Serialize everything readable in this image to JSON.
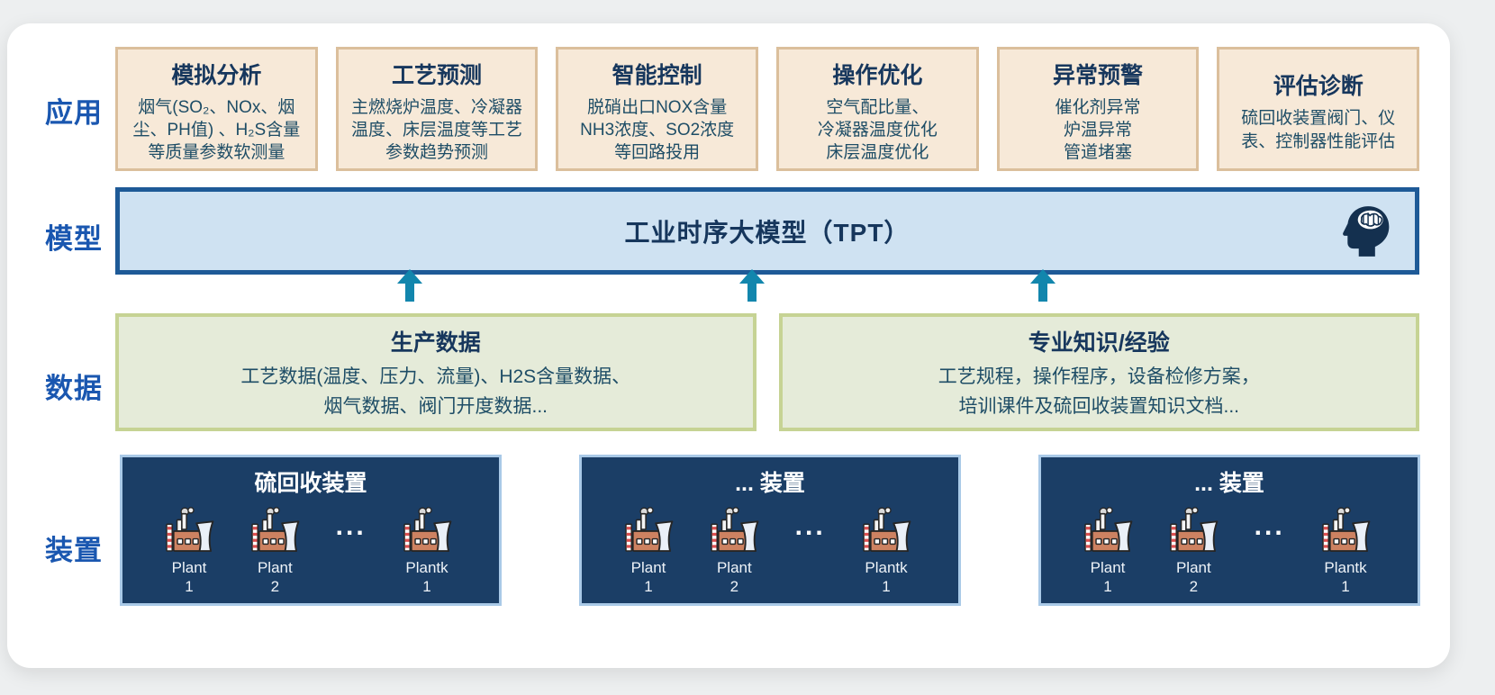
{
  "application": {
    "label": "应用",
    "boxes": [
      {
        "title": "模拟分析",
        "body": "烟气(SO₂、NOx、烟尘、PH值) 、H₂S含量等质量参数软测量"
      },
      {
        "title": "工艺预测",
        "body": "主燃烧炉温度、冷凝器温度、床层温度等工艺参数趋势预测"
      },
      {
        "title": "智能控制",
        "body": "脱硝出口NOX含量\nNH3浓度、SO2浓度\n等回路投用"
      },
      {
        "title": "操作优化",
        "body": "空气配比量、\n冷凝器温度优化\n床层温度优化"
      },
      {
        "title": "异常预警",
        "body": "催化剂异常\n炉温异常\n管道堵塞"
      },
      {
        "title": "评估诊断",
        "body": "硫回收装置阀门、仪表、控制器性能评估"
      }
    ]
  },
  "model": {
    "label": "模型",
    "title": "工业时序大模型（TPT）",
    "icon": "brain-head-icon"
  },
  "data": {
    "label": "数据",
    "boxes": [
      {
        "title": "生产数据",
        "body": "工艺数据(温度、压力、流量)、H2S含量数据、\n烟气数据、阀门开度数据..."
      },
      {
        "title": "专业知识/经验",
        "body": "工艺规程，操作程序，设备检修方案，\n培训课件及硫回收装置知识文档..."
      }
    ]
  },
  "plants": {
    "label": "装置",
    "boxes": [
      {
        "title": "硫回收装置",
        "p1": "Plant\n1",
        "p2": "Plant\n2",
        "dots": "...",
        "pk": "Plantk\n1"
      },
      {
        "title": "... 装置",
        "p1": "Plant\n1",
        "p2": "Plant\n2",
        "dots": "...",
        "pk": "Plantk\n1"
      },
      {
        "title": "... 装置",
        "p1": "Plant\n1",
        "p2": "Plant\n2",
        "dots": "...",
        "pk": "Plantk\n1"
      }
    ]
  },
  "colors": {
    "layer_label_blue": "#1a57b0",
    "app_box_fill": "#f7e9d8",
    "app_box_border": "#dbbf9c",
    "title_navy": "#17375d",
    "body_teal_navy": "#1e4d66",
    "model_fill": "#cfe2f2",
    "model_border": "#1e5a97",
    "arrow_teal": "#1286ad",
    "data_fill": "#e5ebd9",
    "data_border": "#c6d394",
    "plant_box_fill": "#1b3e66",
    "plant_box_border": "#a9c9e7"
  }
}
